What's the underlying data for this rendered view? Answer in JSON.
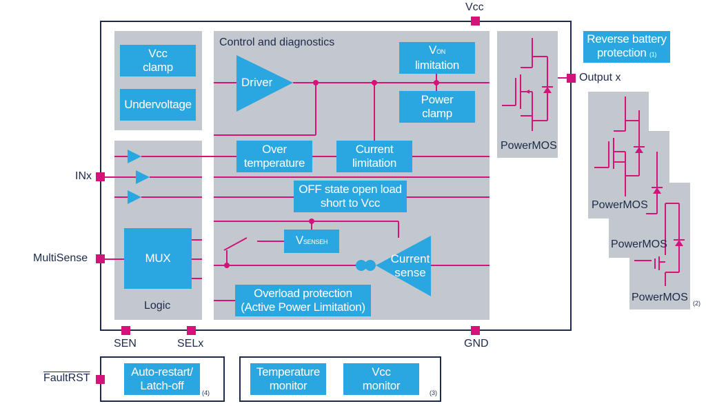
{
  "pins": {
    "vcc": "Vcc",
    "output": "Output x",
    "inx": "INx",
    "multisense": "MultiSense",
    "sen": "SEN",
    "selx": "SELx",
    "gnd": "GND",
    "faultrst": "FaultRST"
  },
  "blocks": {
    "vcc_clamp": [
      "Vcc",
      "clamp"
    ],
    "undervoltage": "Undervoltage",
    "control_title": "Control and diagnostics",
    "driver": "Driver",
    "von_limitation": {
      "main": "V",
      "sub": "ON",
      "line2": "limitation"
    },
    "power_clamp": [
      "Power",
      "clamp"
    ],
    "over_temperature": [
      "Over",
      "temperature"
    ],
    "current_limitation": [
      "Current",
      "limitation"
    ],
    "off_state": [
      "OFF state open load",
      "short to Vcc"
    ],
    "vsenseh": {
      "main": "V",
      "sub": "SENSEH"
    },
    "current_sense": [
      "Current",
      "sense"
    ],
    "overload": [
      "Overload protection",
      "(Active Power Limitation)"
    ],
    "mux": "MUX",
    "logic": "Logic",
    "powermos": "PowerMOS",
    "reverse_battery": {
      "line1": "Reverse battery",
      "line2": "protection",
      "note": "(1)"
    },
    "auto_restart": [
      "Auto-restart/",
      "Latch-off"
    ],
    "auto_restart_note": "(4)",
    "temp_monitor": [
      "Temperature",
      "monitor"
    ],
    "vcc_monitor": [
      "Vcc",
      "monitor"
    ],
    "monitor_note": "(3)",
    "powermos_stack": [
      "PowerMOS",
      "PowerMOS",
      "PowerMOS"
    ],
    "powermos_stack_note": "(2)"
  },
  "colors": {
    "frame": "#1b2a4a",
    "panel": "#c3c8ce",
    "block": "#2aa7e0",
    "wire": "#d4137a"
  }
}
